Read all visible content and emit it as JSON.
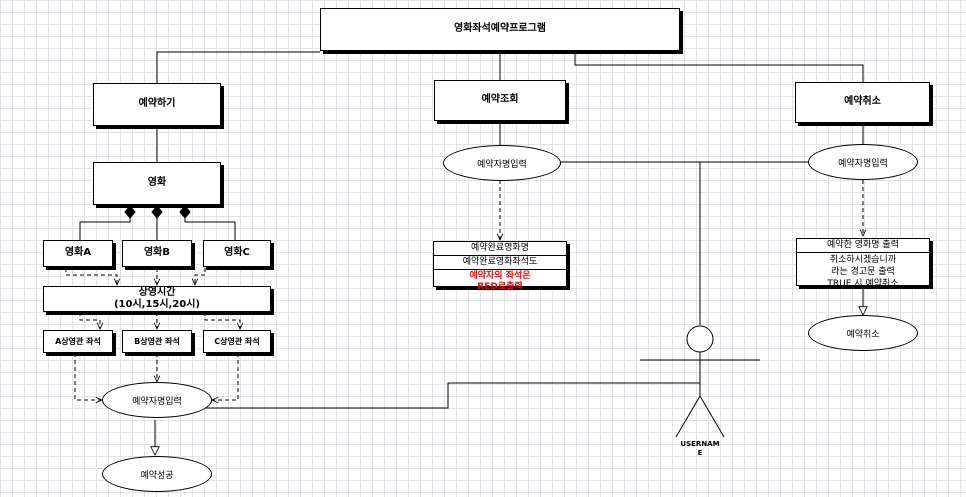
{
  "root": {
    "label": "영화좌석예약프로그램"
  },
  "branches": {
    "reserve": {
      "label": "예약하기"
    },
    "lookup": {
      "label": "예약조회"
    },
    "cancel": {
      "label": "예약취소"
    }
  },
  "movie": {
    "label": "영화"
  },
  "movies": [
    "영화A",
    "영화B",
    "영화C"
  ],
  "showtime": {
    "title": "상영시간",
    "times": "(10시,15시,20시)"
  },
  "theaters": [
    "A상영관 좌석",
    "B상영관 좌석",
    "C상영관 좌석"
  ],
  "reserve_flow": {
    "name_input": "예약자명입력",
    "success": "예약성공"
  },
  "lookup_flow": {
    "name_input": "예약자명입력",
    "results": [
      "예약완료영화명",
      "예약완료영화좌석도"
    ],
    "highlight_line1": "예약자의 좌석은",
    "highlight_line2": "RED로출력"
  },
  "cancel_flow": {
    "name_input": "예약자명입력",
    "info_title": "예약한 영화명 출력",
    "warning_line1": "취소하시겠습니까",
    "warning_line2": "라는 경고문 출력",
    "warning_line3": "TRUE 시 예약취소",
    "result": "예약취소"
  },
  "actor": {
    "label_line1": "USERNAM",
    "label_line2": "E"
  },
  "colors": {
    "highlight": "#ff0000",
    "grid": "#dfe3ea"
  }
}
